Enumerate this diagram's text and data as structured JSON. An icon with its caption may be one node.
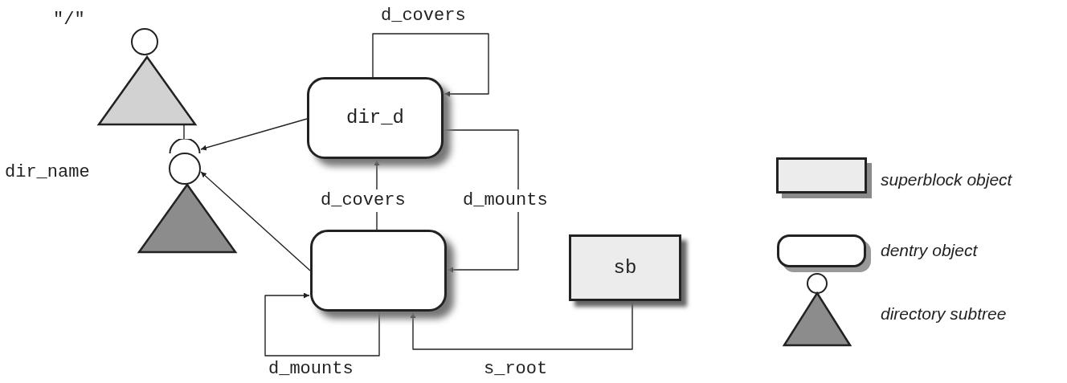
{
  "diagram": {
    "nodes": [
      {
        "text": [],
        "shape": "circle",
        "beside": [
          "\"/\""
        ]
      },
      {
        "text": [],
        "shape": "triangle"
      },
      {
        "text": [],
        "shape": "circle"
      },
      {
        "text": [],
        "shape": "circle"
      },
      {
        "text": [],
        "shape": "triangle"
      },
      {
        "text": [
          "dir_d"
        ]
      },
      {
        "text": [],
        "shape": "box"
      },
      {
        "text": [
          "sb"
        ]
      }
    ],
    "edges": [
      {
        "from": 1,
        "to": 2,
        "arrow": "none"
      },
      {
        "from": 5,
        "to": 2,
        "arrow": "to"
      },
      {
        "from": 6,
        "to": 3,
        "arrow": "to"
      },
      {
        "from": 5,
        "to": 5,
        "arrow": "to",
        "label": "d_covers"
      },
      {
        "from": 6,
        "to": 5,
        "arrow": "to",
        "label": "d_covers"
      },
      {
        "from": 5,
        "to": 6,
        "arrow": "to",
        "label": "d_mounts"
      },
      {
        "from": 6,
        "to": 6,
        "arrow": "to",
        "label": "d_mounts"
      },
      {
        "from": 7,
        "to": 6,
        "arrow": "to",
        "label": "s_root"
      }
    ],
    "labels": [
      "dir_name"
    ],
    "legend": [
      {
        "text": "superblock object"
      },
      {
        "text": "dentry object"
      },
      {
        "text": "directory subtree"
      }
    ]
  }
}
